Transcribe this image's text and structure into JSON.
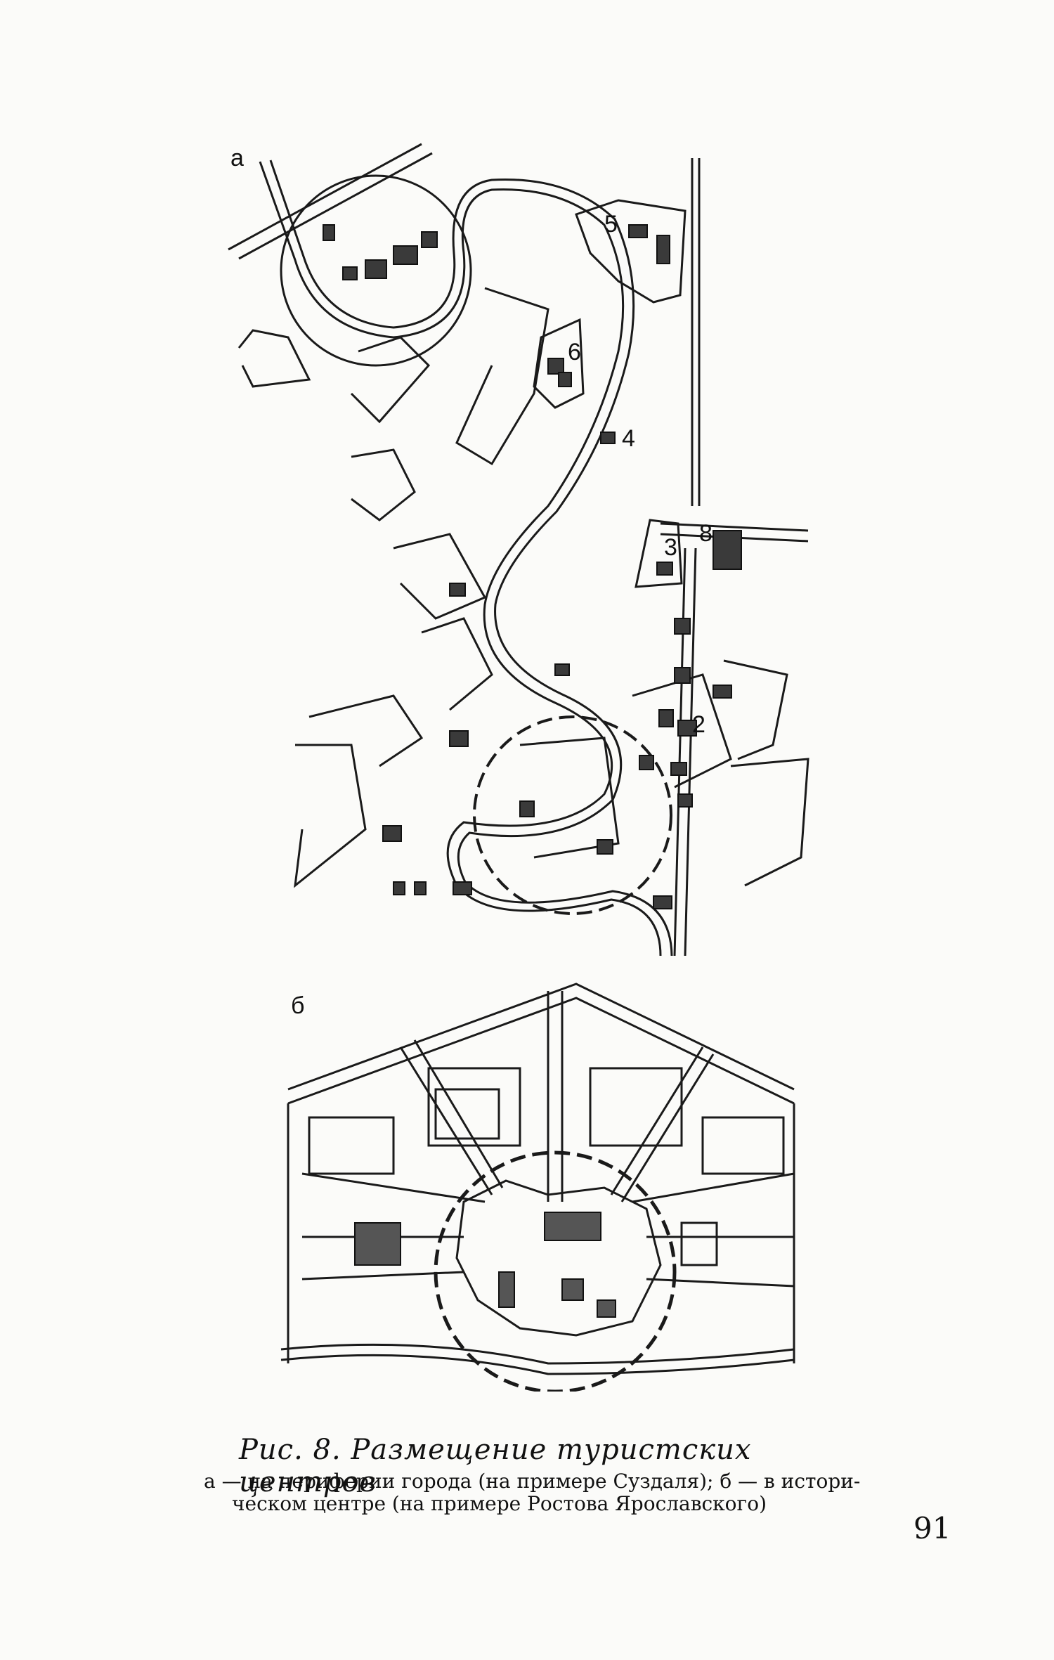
{
  "figure": {
    "part_a_letter": "a",
    "part_b_letter": "б",
    "map_labels": [
      "5",
      "6",
      "4",
      "3",
      "8",
      "2"
    ]
  },
  "caption": {
    "title": "Рис. 8. Размещение туристских центров",
    "line1": "а — на периферии города (на примере Суздаля); б — в истори-",
    "line2": "ческом центре (на примере Ростова Ярославского)"
  },
  "page_number": "91"
}
